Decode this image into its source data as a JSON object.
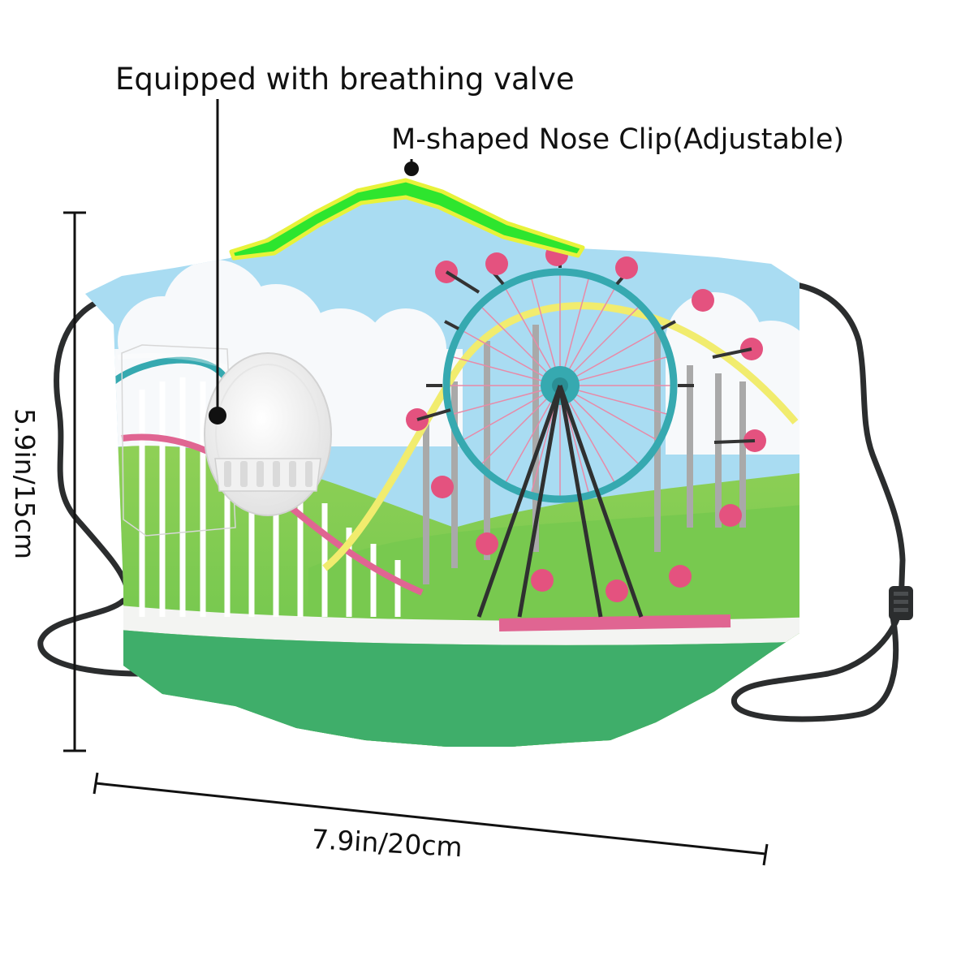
{
  "annotations": {
    "valve": "Equipped with breathing valve",
    "nose_clip": "M-shaped Nose Clip(Adjustable)"
  },
  "dimensions": {
    "width": "7.9in/20cm",
    "height": "5.9in/15cm"
  },
  "colors": {
    "sky": "#a9dcf2",
    "cloud": "#f7f9fb",
    "grass_light": "#8fd056",
    "grass_mid": "#5cbf4a",
    "mask_bottom": "#3fae6a",
    "nose_clip_green": "#2ee52e",
    "nose_clip_yellow": "#e8f23a",
    "wheel_teal": "#36a9b0",
    "gondola_pink": "#e4527f",
    "track_yellow": "#f1ec6e",
    "track_pink": "#e06592",
    "strap": "#2b2d2e"
  }
}
